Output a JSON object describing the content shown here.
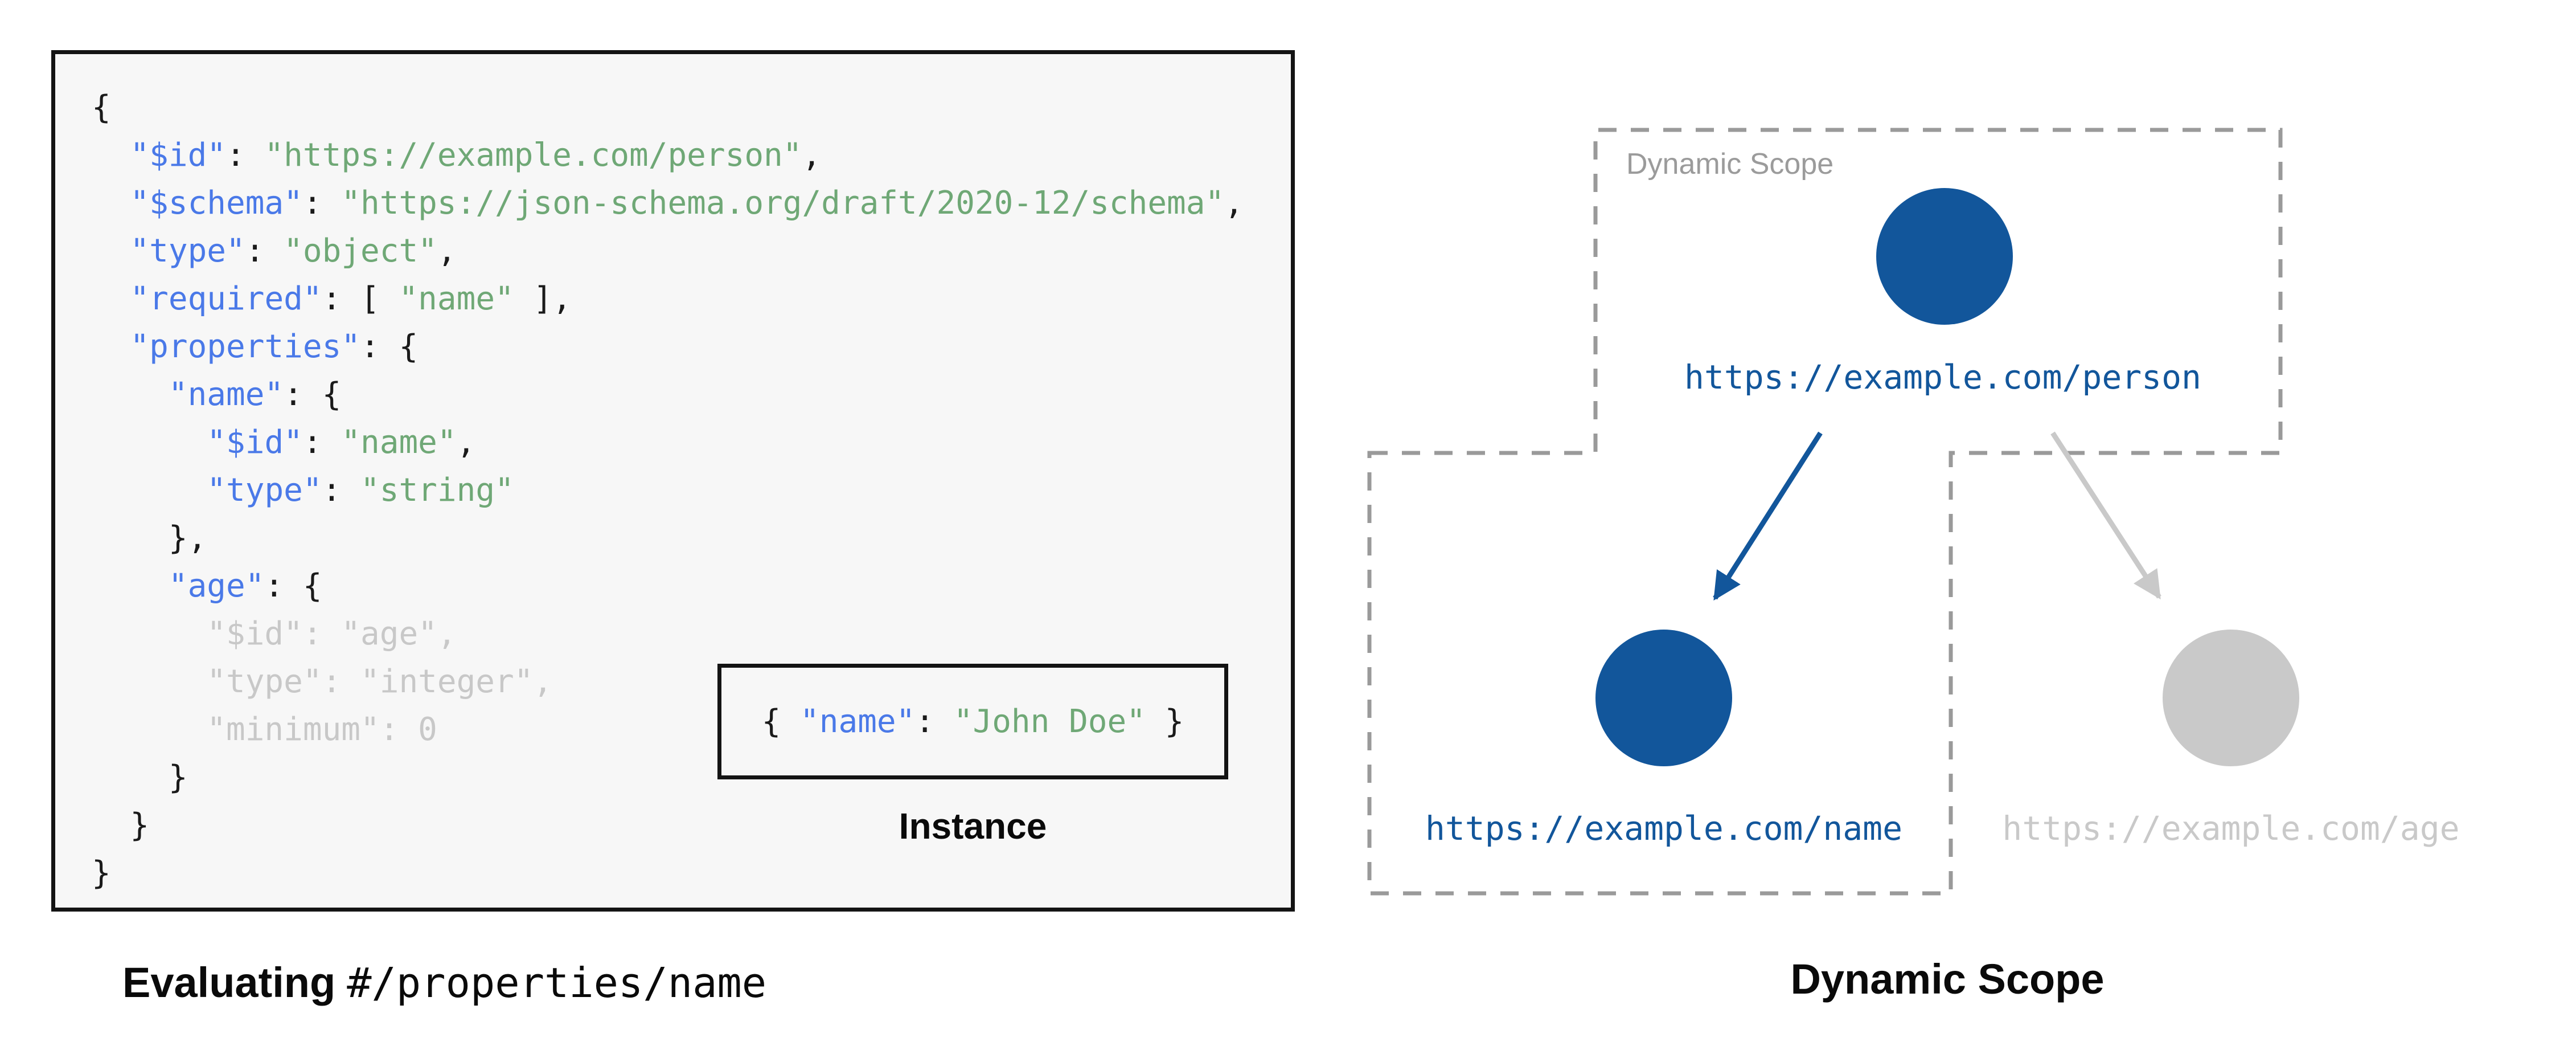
{
  "palette": {
    "panel_background": "#f7f7f7",
    "panel_border": "#141414",
    "code_key_blue": "#4a79e8",
    "code_string_green": "#6fa876",
    "code_punctuation": "#1a1a1a",
    "code_dimmed_gray": "#c8c8c8",
    "node_active_blue": "#12569b",
    "node_inactive_gray": "#c9c9c9",
    "scope_dash_gray": "#9a9a9a",
    "scope_label_gray": "#9b9b9b",
    "caption_black": "#0a0a0a"
  },
  "schema_panel": {
    "code_lines": [
      [
        {
          "t": "{",
          "c": "p"
        }
      ],
      [
        {
          "t": "  ",
          "c": "p"
        },
        {
          "t": "\"$id\"",
          "c": "k"
        },
        {
          "t": ": ",
          "c": "p"
        },
        {
          "t": "\"https://example.com/person\"",
          "c": "s"
        },
        {
          "t": ",",
          "c": "p"
        }
      ],
      [
        {
          "t": "  ",
          "c": "p"
        },
        {
          "t": "\"$schema\"",
          "c": "k"
        },
        {
          "t": ": ",
          "c": "p"
        },
        {
          "t": "\"https://json-schema.org/draft/2020-12/schema\"",
          "c": "s"
        },
        {
          "t": ",",
          "c": "p"
        }
      ],
      [
        {
          "t": "  ",
          "c": "p"
        },
        {
          "t": "\"type\"",
          "c": "k"
        },
        {
          "t": ": ",
          "c": "p"
        },
        {
          "t": "\"object\"",
          "c": "s"
        },
        {
          "t": ",",
          "c": "p"
        }
      ],
      [
        {
          "t": "  ",
          "c": "p"
        },
        {
          "t": "\"required\"",
          "c": "k"
        },
        {
          "t": ": [ ",
          "c": "p"
        },
        {
          "t": "\"name\"",
          "c": "s"
        },
        {
          "t": " ],",
          "c": "p"
        }
      ],
      [
        {
          "t": "  ",
          "c": "p"
        },
        {
          "t": "\"properties\"",
          "c": "k"
        },
        {
          "t": ": {",
          "c": "p"
        }
      ],
      [
        {
          "t": "    ",
          "c": "p"
        },
        {
          "t": "\"name\"",
          "c": "k"
        },
        {
          "t": ": {",
          "c": "p"
        }
      ],
      [
        {
          "t": "      ",
          "c": "p"
        },
        {
          "t": "\"$id\"",
          "c": "k"
        },
        {
          "t": ": ",
          "c": "p"
        },
        {
          "t": "\"name\"",
          "c": "s"
        },
        {
          "t": ",",
          "c": "p"
        }
      ],
      [
        {
          "t": "      ",
          "c": "p"
        },
        {
          "t": "\"type\"",
          "c": "k"
        },
        {
          "t": ": ",
          "c": "p"
        },
        {
          "t": "\"string\"",
          "c": "s"
        }
      ],
      [
        {
          "t": "    },",
          "c": "p"
        }
      ],
      [
        {
          "t": "    ",
          "c": "p"
        },
        {
          "t": "\"age\"",
          "c": "k"
        },
        {
          "t": ": {",
          "c": "p"
        }
      ],
      [
        {
          "t": "      \"$id\": \"age\",",
          "c": "d"
        }
      ],
      [
        {
          "t": "      \"type\": \"integer\",",
          "c": "d"
        }
      ],
      [
        {
          "t": "      \"minimum\": 0",
          "c": "d"
        }
      ],
      [
        {
          "t": "    }",
          "c": "p"
        }
      ],
      [
        {
          "t": "  }",
          "c": "p"
        }
      ],
      [
        {
          "t": "}",
          "c": "p"
        }
      ]
    ],
    "instance_tokens": [
      {
        "t": "{ ",
        "c": "p"
      },
      {
        "t": "\"name\"",
        "c": "k"
      },
      {
        "t": ": ",
        "c": "p"
      },
      {
        "t": "\"John Doe\"",
        "c": "s"
      },
      {
        "t": " }",
        "c": "p"
      }
    ],
    "instance_label": "Instance"
  },
  "captions": {
    "left_bold": "Evaluating",
    "left_mono": "#/properties/name",
    "right": "Dynamic Scope"
  },
  "scope_diagram": {
    "scope_label": "Dynamic Scope",
    "nodes": [
      {
        "id": "person",
        "label": "https://example.com/person",
        "state": "active"
      },
      {
        "id": "name",
        "label": "https://example.com/name",
        "state": "active"
      },
      {
        "id": "age",
        "label": "https://example.com/age",
        "state": "inactive"
      }
    ]
  }
}
